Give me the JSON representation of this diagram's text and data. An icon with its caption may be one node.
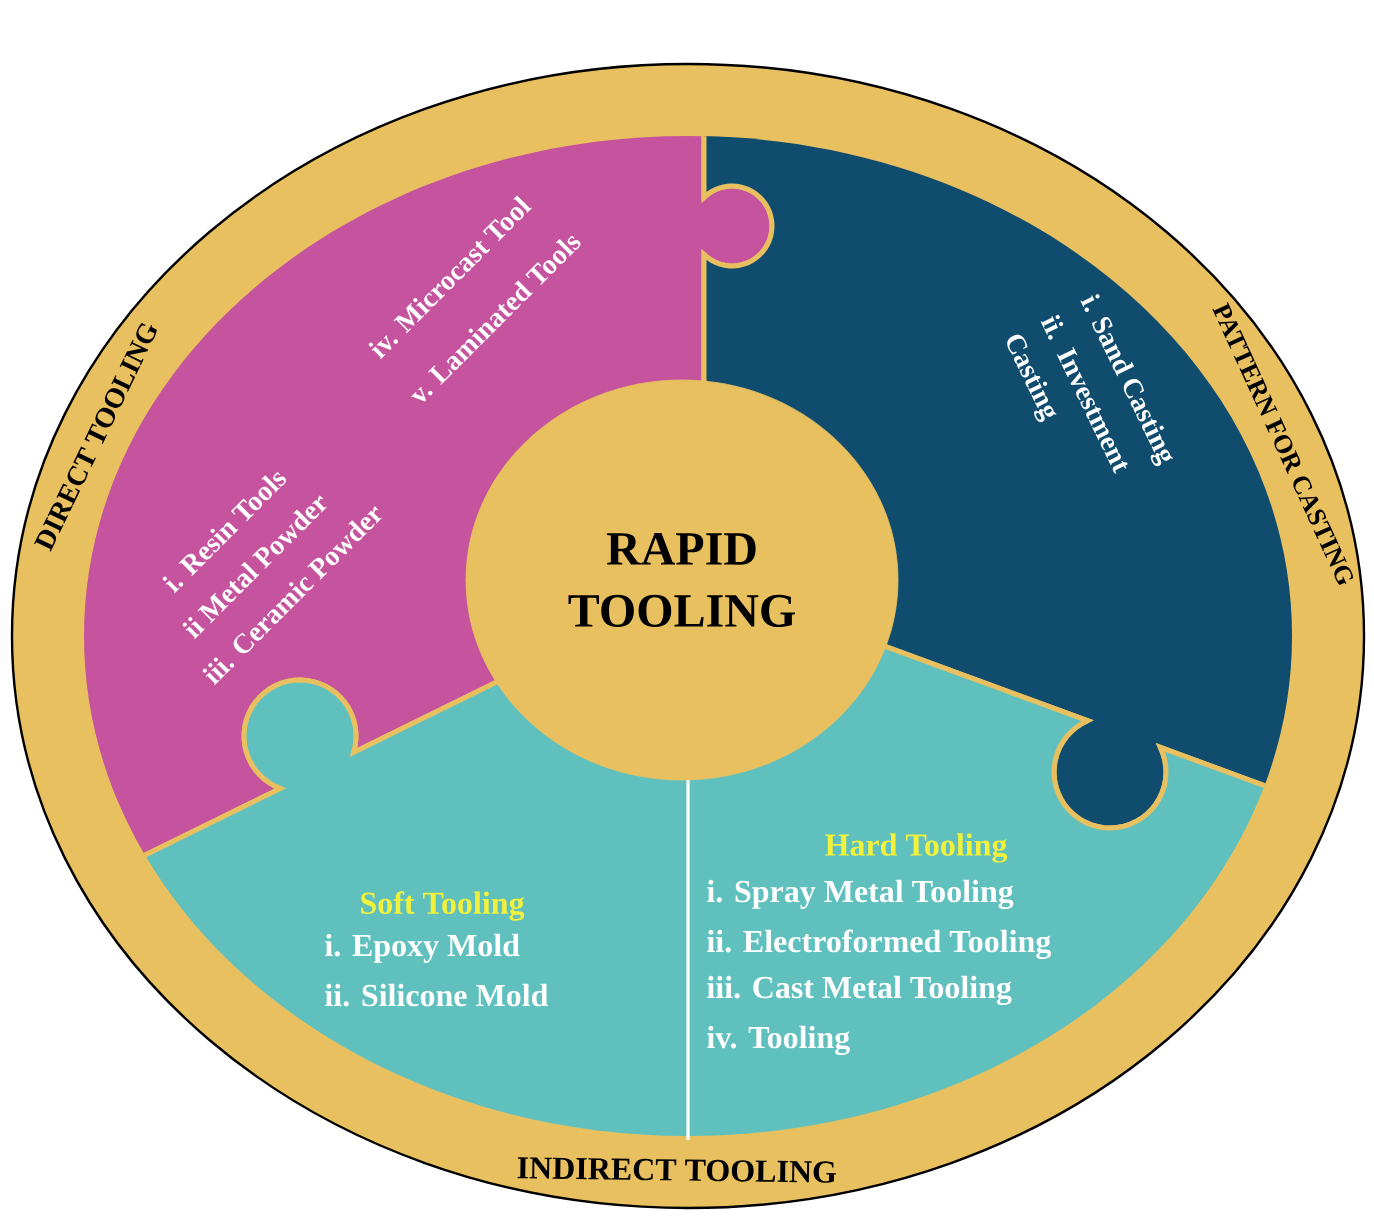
{
  "diagram": {
    "nodes": [
      {
        "text": [
          "RAPID TOOLING"
        ]
      },
      {
        "text": [
          "DIRECT TOOLING",
          "i. Resin Tools",
          "ii Metal Powder",
          "iii. Ceramic Powder",
          "iv. Microcast Tool",
          "v. Laminated Tools"
        ]
      },
      {
        "text": [
          "PATTERN FOR CASTING",
          "i. Sand Casting",
          "ii. Investment Casting"
        ]
      },
      {
        "text": [
          "INDIRECT TOOLING",
          "Soft Tooling",
          "i. Epoxy Mold",
          "ii. Silicone Mold",
          "Hard Tooling",
          "i. Spray Metal Tooling",
          "ii. Electroformed Tooling",
          "iii. Cast Metal Tooling",
          "iv. Tooling"
        ]
      }
    ]
  }
}
